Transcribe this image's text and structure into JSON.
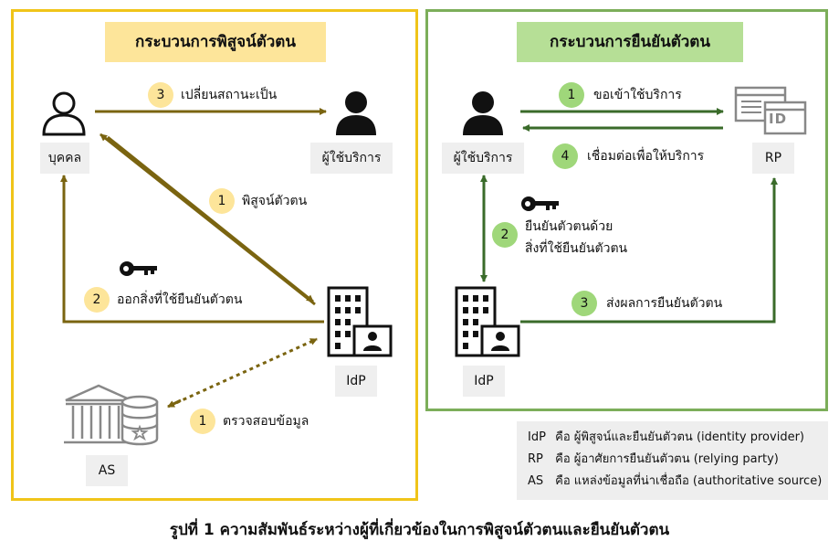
{
  "left_panel": {
    "title": "กระบวนการพิสูจน์ตัวตน",
    "nodes": {
      "person": "บุคคล",
      "user": "ผู้ใช้บริการ",
      "idp": "IdP",
      "as": "AS"
    },
    "steps": [
      {
        "number": "3",
        "text": "เปลี่ยนสถานะเป็น"
      },
      {
        "number": "1",
        "text": "พิสูจน์ตัวตน"
      },
      {
        "number": "2",
        "text": "ออกสิ่งที่ใช้ยืนยันตัวตน"
      },
      {
        "number": "1",
        "text": "ตรวจสอบข้อมูล"
      }
    ]
  },
  "right_panel": {
    "title": "กระบวนการยืนยันตัวตน",
    "nodes": {
      "user": "ผู้ใช้บริการ",
      "rp": "RP",
      "idp": "IdP",
      "id_card_text": "ID"
    },
    "steps": [
      {
        "number": "1",
        "text": "ขอเข้าใช้บริการ"
      },
      {
        "number": "4",
        "text": "เชื่อมต่อเพื่อให้บริการ"
      },
      {
        "number": "2",
        "text_line1": "ยืนยันตัวตนด้วย",
        "text_line2": "สิ่งที่ใช้ยืนยันตัวตน"
      },
      {
        "number": "3",
        "text": "ส่งผลการยืนยันตัวตน"
      }
    ]
  },
  "legend": [
    {
      "abbr": "IdP",
      "desc": "คือ ผู้พิสูจน์และยืนยันตัวตน (identity provider)"
    },
    {
      "abbr": "RP",
      "desc": "คือ ผู้อาศัยการยืนยันตัวตน (relying party)"
    },
    {
      "abbr": "AS",
      "desc": "คือ แหล่งข้อมูลที่น่าเชื่อถือ (authoritative source)"
    }
  ],
  "caption": "รูปที่ 1 ความสัมพันธ์ระหว่างผู้ที่เกี่ยวข้องในการพิสูจน์ตัวตนและยืนยันตัวตน",
  "colors": {
    "left_border": "#f0c419",
    "right_border": "#7cae5a",
    "left_title_bg": "#fde59a",
    "right_title_bg": "#b6df96",
    "left_arrow": "#7a6410",
    "right_arrow": "#3a6b2a"
  },
  "icons": [
    "person-outline-icon",
    "person-filled-icon",
    "building-id-icon",
    "database-government-icon",
    "key-icon",
    "browser-id-icon"
  ]
}
